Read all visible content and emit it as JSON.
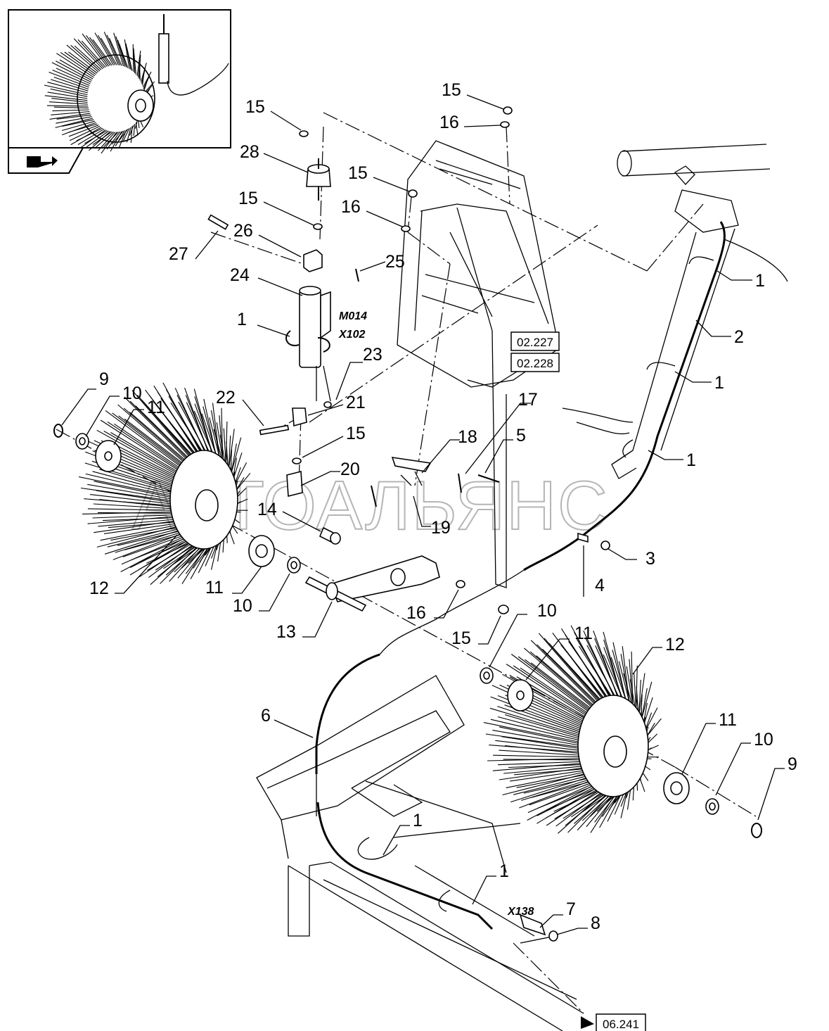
{
  "watermark": "АВТОАЛЬЯНС",
  "connector_codes": {
    "actuator_1": "M014",
    "actuator_2": "X102",
    "harness_end": "X138"
  },
  "references": {
    "ref_a": "02.227",
    "ref_b": "02.228",
    "ref_out": "06.241"
  },
  "callouts": [
    {
      "id": "c15a",
      "text": "15"
    },
    {
      "id": "c28",
      "text": "28"
    },
    {
      "id": "c15b",
      "text": "15"
    },
    {
      "id": "c26",
      "text": "26"
    },
    {
      "id": "c27",
      "text": "27"
    },
    {
      "id": "c24",
      "text": "24"
    },
    {
      "id": "c1a",
      "text": "1"
    },
    {
      "id": "c15c",
      "text": "15"
    },
    {
      "id": "c16a",
      "text": "16"
    },
    {
      "id": "c15d",
      "text": "15"
    },
    {
      "id": "c16b",
      "text": "16"
    },
    {
      "id": "c25",
      "text": "25"
    },
    {
      "id": "c1b",
      "text": "1"
    },
    {
      "id": "c2",
      "text": "2"
    },
    {
      "id": "c1c",
      "text": "1"
    },
    {
      "id": "c1d",
      "text": "1"
    },
    {
      "id": "c23",
      "text": "23"
    },
    {
      "id": "c9a",
      "text": "9"
    },
    {
      "id": "c10a",
      "text": "10"
    },
    {
      "id": "c11a",
      "text": "11"
    },
    {
      "id": "c22",
      "text": "22"
    },
    {
      "id": "c21",
      "text": "21"
    },
    {
      "id": "c15e",
      "text": "15"
    },
    {
      "id": "c17",
      "text": "17"
    },
    {
      "id": "c5",
      "text": "5"
    },
    {
      "id": "c18",
      "text": "18"
    },
    {
      "id": "c20",
      "text": "20"
    },
    {
      "id": "c14",
      "text": "14"
    },
    {
      "id": "c19",
      "text": "19"
    },
    {
      "id": "c3",
      "text": "3"
    },
    {
      "id": "c4",
      "text": "4"
    },
    {
      "id": "c12a",
      "text": "12"
    },
    {
      "id": "c11b",
      "text": "11"
    },
    {
      "id": "c10b",
      "text": "10"
    },
    {
      "id": "c13",
      "text": "13"
    },
    {
      "id": "c16c",
      "text": "16"
    },
    {
      "id": "c15f",
      "text": "15"
    },
    {
      "id": "c10c",
      "text": "10"
    },
    {
      "id": "c11c",
      "text": "11"
    },
    {
      "id": "c12b",
      "text": "12"
    },
    {
      "id": "c6",
      "text": "6"
    },
    {
      "id": "c11d",
      "text": "11"
    },
    {
      "id": "c10d",
      "text": "10"
    },
    {
      "id": "c9b",
      "text": "9"
    },
    {
      "id": "c1e",
      "text": "1"
    },
    {
      "id": "c1f",
      "text": "1"
    },
    {
      "id": "c7",
      "text": "7"
    },
    {
      "id": "c8",
      "text": "8"
    }
  ]
}
